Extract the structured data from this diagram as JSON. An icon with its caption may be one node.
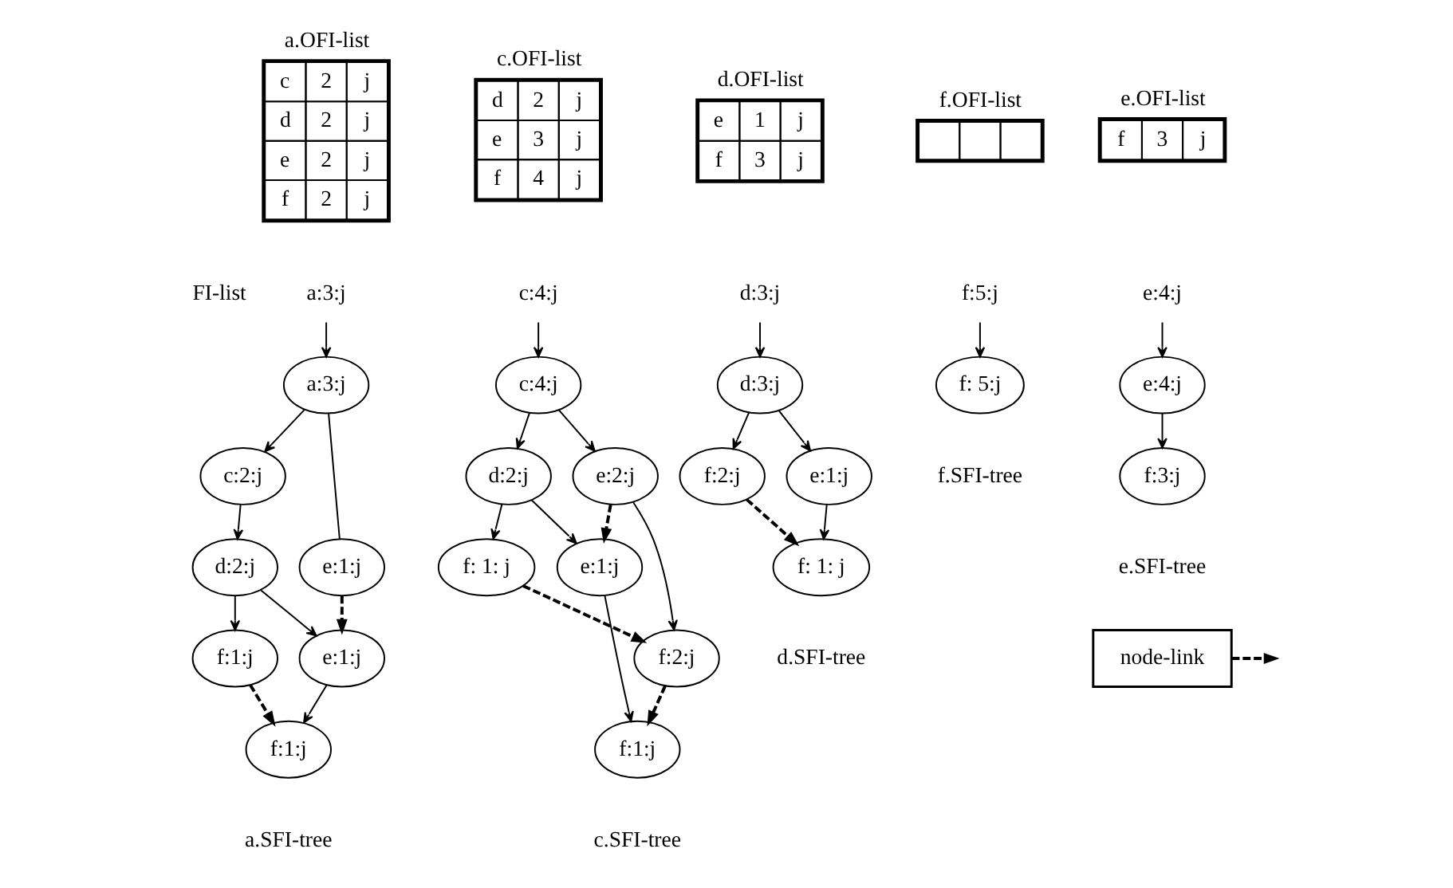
{
  "diagram": {
    "nodes": [
      {
        "text": [
          "a.OFI-list",
          "c",
          "2",
          "j",
          "d",
          "2",
          "j",
          "e",
          "2",
          "j",
          "f",
          "2",
          "j"
        ]
      },
      {
        "text": [
          "c.OFI-list",
          "d",
          "2",
          "j",
          "e",
          "3",
          "j",
          "f",
          "4",
          "j"
        ]
      },
      {
        "text": [
          "d.OFI-list",
          "e",
          "1",
          "j",
          "f",
          "3",
          "j"
        ]
      },
      {
        "text": [
          "f.OFI-list"
        ]
      },
      {
        "text": [
          "e.OFI-list",
          "f",
          "3",
          "j"
        ]
      },
      {
        "text": [
          "a:3:j"
        ]
      },
      {
        "text": [
          "c:4:j"
        ]
      },
      {
        "text": [
          "d:3:j"
        ]
      },
      {
        "text": [
          "f:5:j"
        ]
      },
      {
        "text": [
          "e:4:j"
        ]
      },
      {
        "text": [
          "a:3:j"
        ]
      },
      {
        "text": [
          "c:2:j"
        ]
      },
      {
        "text": [
          "e:1:j"
        ]
      },
      {
        "text": [
          "d:2:j"
        ]
      },
      {
        "text": [
          "e:1:j"
        ]
      },
      {
        "text": [
          "f:1:j"
        ]
      },
      {
        "text": [
          "f:1:j"
        ]
      },
      {
        "text": [
          "c:4:j"
        ]
      },
      {
        "text": [
          "e:2:j"
        ]
      },
      {
        "text": [
          "d:2:j"
        ]
      },
      {
        "text": [
          "f:2:j"
        ]
      },
      {
        "text": [
          "e:1:j"
        ]
      },
      {
        "text": [
          "f: 1: j"
        ]
      },
      {
        "text": [
          "f:1:j"
        ]
      },
      {
        "text": [
          "d:3:j"
        ]
      },
      {
        "text": [
          "f:2:j"
        ]
      },
      {
        "text": [
          "e:1:j"
        ]
      },
      {
        "text": [
          "f: 1: j"
        ]
      },
      {
        "text": [
          "f: 5:j"
        ]
      },
      {
        "text": [
          "e:4:j"
        ]
      },
      {
        "text": [
          "f:3:j"
        ]
      }
    ],
    "edges": [
      {
        "from": 5,
        "to": 10,
        "arrow": "to"
      },
      {
        "from": 6,
        "to": 17,
        "arrow": "to"
      },
      {
        "from": 7,
        "to": 24,
        "arrow": "to"
      },
      {
        "from": 8,
        "to": 28,
        "arrow": "to"
      },
      {
        "from": 9,
        "to": 29,
        "arrow": "to"
      },
      {
        "from": 10,
        "to": 11,
        "arrow": "to"
      },
      {
        "from": 10,
        "to": 12,
        "arrow": "none"
      },
      {
        "from": 11,
        "to": 13,
        "arrow": "to"
      },
      {
        "from": 13,
        "to": 14,
        "arrow": "to"
      },
      {
        "from": 13,
        "to": 15,
        "arrow": "to"
      },
      {
        "from": 14,
        "to": 16,
        "arrow": "to"
      },
      {
        "from": 12,
        "to": 14,
        "arrow": "to",
        "style": "dashed"
      },
      {
        "from": 15,
        "to": 16,
        "arrow": "to",
        "style": "dashed"
      },
      {
        "from": 17,
        "to": 18,
        "arrow": "to"
      },
      {
        "from": 17,
        "to": 19,
        "arrow": "to"
      },
      {
        "from": 18,
        "to": 20,
        "arrow": "to"
      },
      {
        "from": 19,
        "to": 21,
        "arrow": "to"
      },
      {
        "from": 19,
        "to": 22,
        "arrow": "to"
      },
      {
        "from": 21,
        "to": 23,
        "arrow": "to"
      },
      {
        "from": 18,
        "to": 21,
        "arrow": "to",
        "style": "dashed"
      },
      {
        "from": 20,
        "to": 23,
        "arrow": "to",
        "style": "dashed"
      },
      {
        "from": 22,
        "to": 20,
        "arrow": "to",
        "style": "dashed"
      },
      {
        "from": 24,
        "to": 25,
        "arrow": "to"
      },
      {
        "from": 24,
        "to": 26,
        "arrow": "to"
      },
      {
        "from": 26,
        "to": 27,
        "arrow": "to"
      },
      {
        "from": 25,
        "to": 27,
        "arrow": "to",
        "style": "dashed"
      },
      {
        "from": 29,
        "to": 30,
        "arrow": "to"
      }
    ],
    "labels": [
      "FI-list",
      "a.SFI-tree",
      "c.SFI-tree",
      "d.SFI-tree",
      "f.SFI-tree",
      "e.SFI-tree"
    ],
    "legend": [
      {
        "text": "node-link"
      }
    ]
  }
}
